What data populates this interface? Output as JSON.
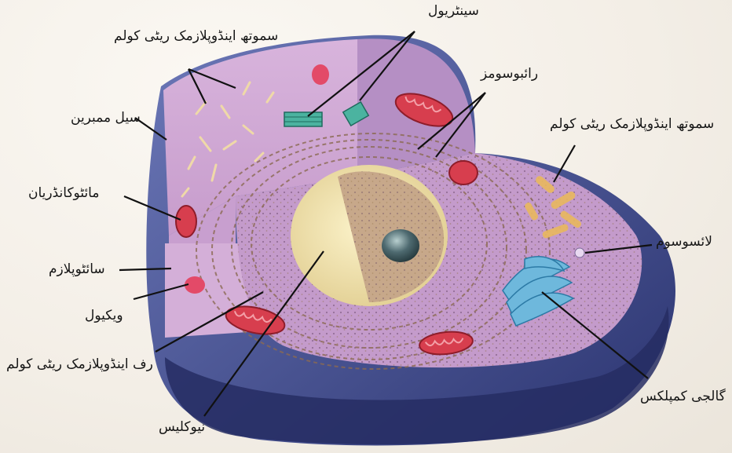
{
  "labels": {
    "smooth_er_top": "سموتھ اینڈوپلازمک ریٹی کولم",
    "centriole": "سینٹریول",
    "ribosomes": "رائبوسومز",
    "cell_membrane": "سیل ممبرین",
    "smooth_er_right": "سموتھ اینڈوپلازمک ریٹی کولم",
    "mitochondria": "مائٹوکانڈریان",
    "lysosome": "لائسوسوم",
    "cytoplasm": "سائٹوپلازم",
    "vacuole": "ویکیول",
    "rough_er": "رف اینڈوپلازمک ریٹی کولم",
    "golgi": "گالجی کمپلکس",
    "nucleus": "نیوکلیس"
  },
  "colors": {
    "cytoplasm": "#c9a0cf",
    "cut_face": "#d9b3da",
    "outer_shell": "#3e4a8f",
    "shadow": "#262d63",
    "nucleus": "#f0e3b4",
    "nucleolus": "#4e6a70",
    "mitochondria": "#d9404f",
    "golgi": "#6eb8dc",
    "centriole": "#4bb3a0"
  }
}
